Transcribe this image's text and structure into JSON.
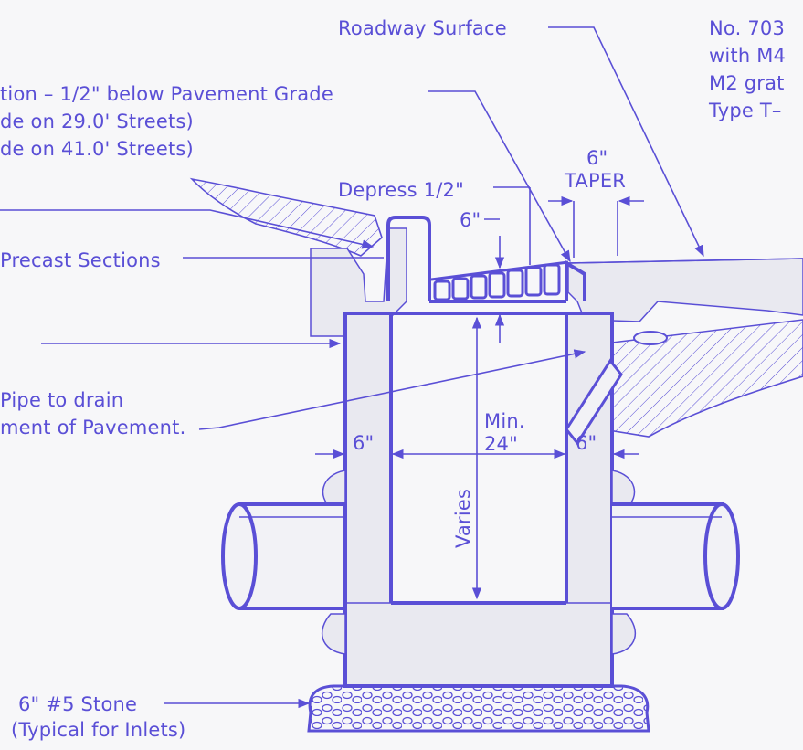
{
  "labels": {
    "roadway_surface": "Roadway Surface",
    "elevation_line1": "tion – 1/2\" below Pavement Grade",
    "elevation_line2": "de on 29.0' Streets)",
    "elevation_line3": "de on 41.0' Streets)",
    "top_right_1": "No. 703",
    "top_right_2": "with M4",
    "top_right_3": "M2 grat",
    "top_right_4": "Type T–",
    "taper_6": "6\"",
    "taper": "TAPER",
    "depress": "Depress 1/2\"",
    "six_top": "6\"",
    "precast_sections": "Precast Sections",
    "pipe_drain_1": "Pipe to drain",
    "pipe_drain_2": "ment of Pavement.",
    "min": "Min.",
    "min_24": "24\"",
    "six_left": "6\"",
    "six_right": "6\"",
    "varies": "Varies",
    "stone_1": "6\"  #5 Stone",
    "stone_2": "(Typical for Inlets)"
  },
  "colors": {
    "ink": "#5a4fd6",
    "paper": "#f7f7f9"
  }
}
